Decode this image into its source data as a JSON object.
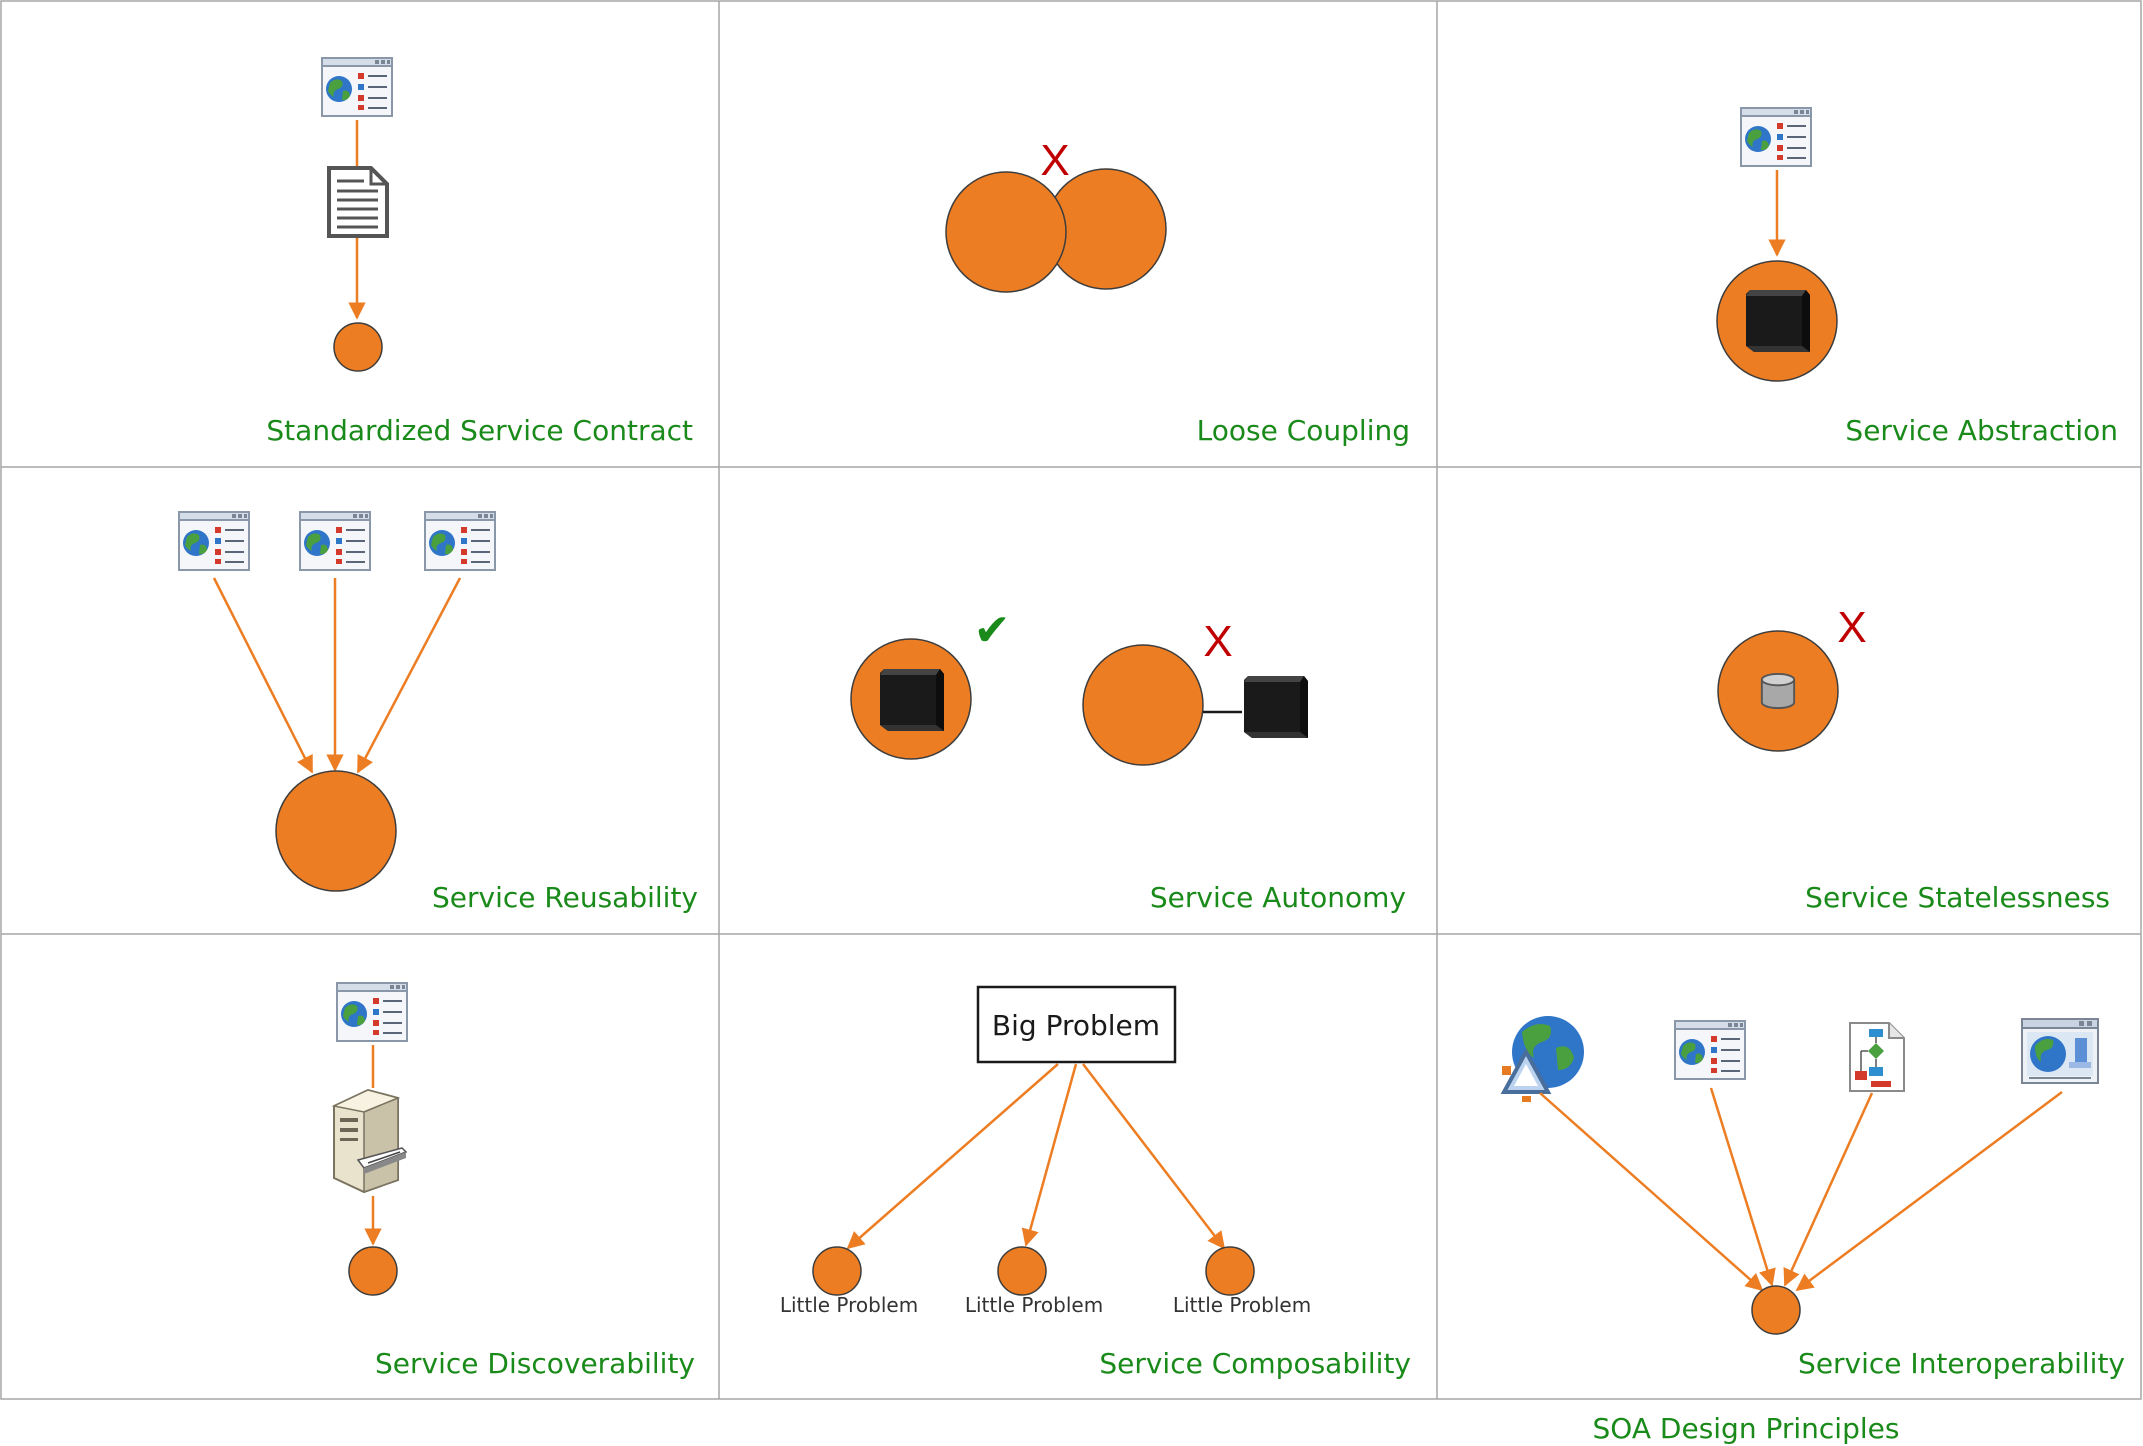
{
  "title": "SOA Design Principles",
  "colors": {
    "service": "#ed7d22",
    "service_stroke": "#3d3d3d",
    "arrow": "#ed7d22",
    "label": "#1a8a1a",
    "cross": "#c00000",
    "check": "#1a8a1a",
    "grid": "#a6a6a6"
  },
  "icons": [
    "web-service-icon",
    "document-icon",
    "black-box-icon",
    "database-icon",
    "server-icon",
    "globe-triangle-icon",
    "flowchart-file-icon",
    "globe-chart-window-icon"
  ],
  "cells": [
    {
      "label": "Standardized Service Contract"
    },
    {
      "label": "Loose Coupling",
      "mark": "X"
    },
    {
      "label": "Service Abstraction"
    },
    {
      "label": "Service Reusability"
    },
    {
      "label": "Service Autonomy",
      "marks": [
        "✔",
        "X"
      ]
    },
    {
      "label": "Service Statelessness",
      "mark": "X"
    },
    {
      "label": "Service Discoverability"
    },
    {
      "label": "Service Composability",
      "parent": "Big Problem",
      "children": [
        "Little Problem",
        "Little Problem",
        "Little Problem"
      ]
    },
    {
      "label": "Service Interoperability"
    }
  ]
}
